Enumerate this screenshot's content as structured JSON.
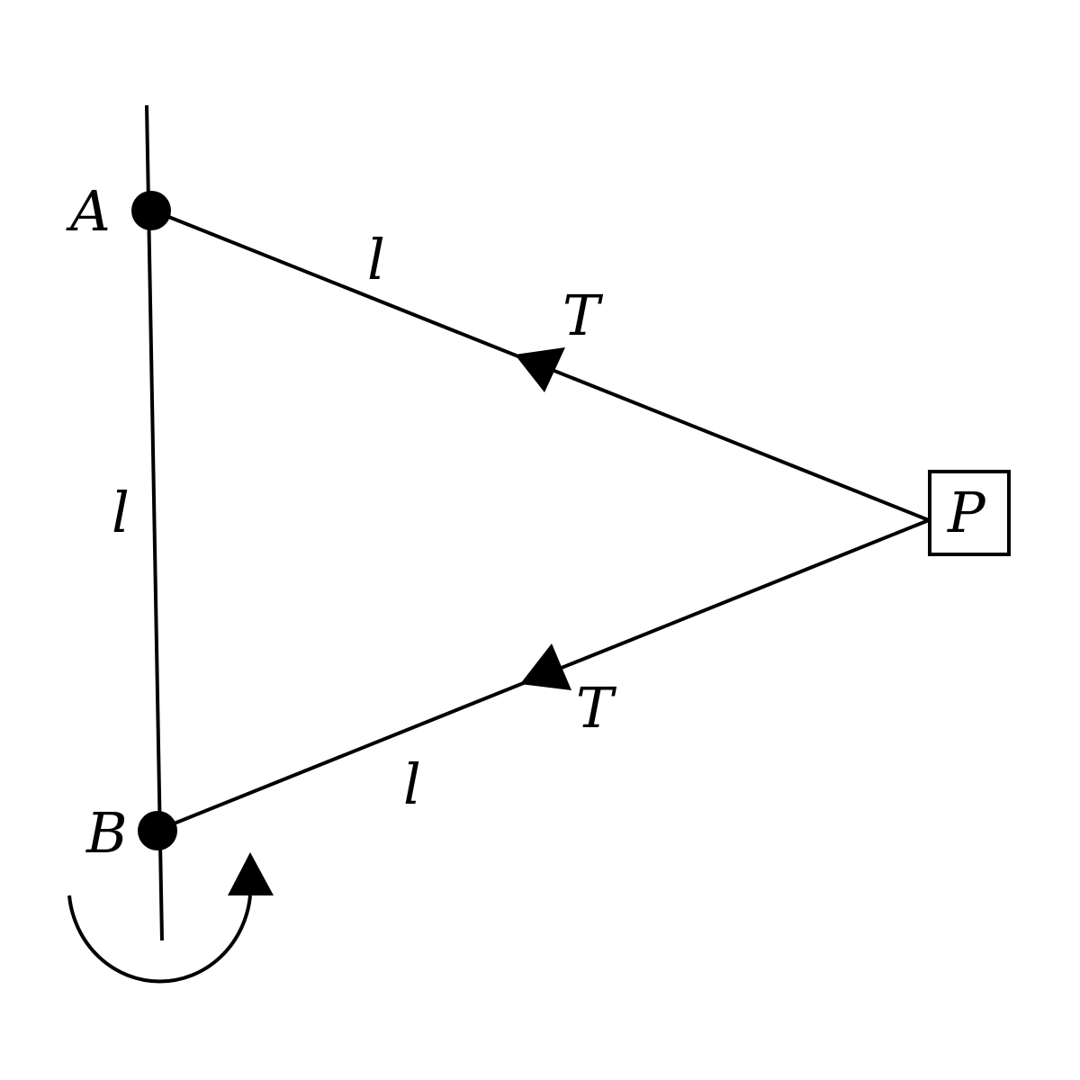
{
  "diagram": {
    "labels": {
      "point_a": "A",
      "point_b": "B",
      "mass": "P",
      "length_upper": "l",
      "length_lower": "l",
      "length_axis": "l",
      "tension_upper": "T",
      "tension_lower": "T"
    }
  }
}
